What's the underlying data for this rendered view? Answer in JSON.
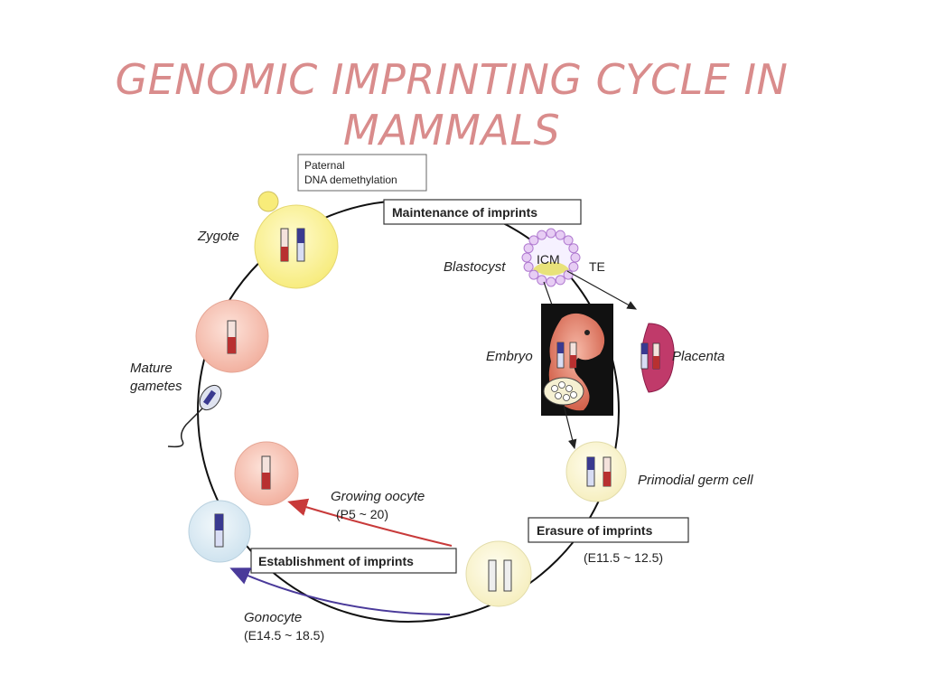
{
  "title": {
    "line1": "GENOMIC IMPRINTING CYCLE IN",
    "line2": "MAMMALS"
  },
  "boxes": {
    "paternal_line1": "Paternal",
    "paternal_line2": "DNA demethylation",
    "maintenance": "Maintenance of imprints",
    "erasure": "Erasure of imprints",
    "establishment": "Establishment of imprints"
  },
  "labels": {
    "zygote": "Zygote",
    "blastocyst": "Blastocyst",
    "icm": "ICM",
    "te": "TE",
    "embryo": "Embryo",
    "placenta": "Placenta",
    "mature_gametes_line1": "Mature",
    "mature_gametes_line2": "gametes",
    "primordial_germ_cell": "Primodial germ cell",
    "growing_oocyte": "Growing oocyte",
    "growing_oocyte_time": "(P5 ~ 20)",
    "erasure_time": "(E11.5 ~ 12.5)",
    "gonocyte": "Gonocyte",
    "gonocyte_time": "(E14.5 ~ 18.5)"
  },
  "colors": {
    "title": "#d98c8c",
    "maternal_chromosome": "#b83030",
    "paternal_chromosome": "#3a3a90",
    "oocyte_arrow": "#c83a3a",
    "gonocyte_arrow": "#4a3a9a",
    "zygote_cell": "#fbf39a",
    "gamete_cell": "#f6c4b4",
    "pgc_cell": "#fbf5cf",
    "gonocyte_cell": "#dfeef6",
    "placenta": "#c03a6a"
  }
}
